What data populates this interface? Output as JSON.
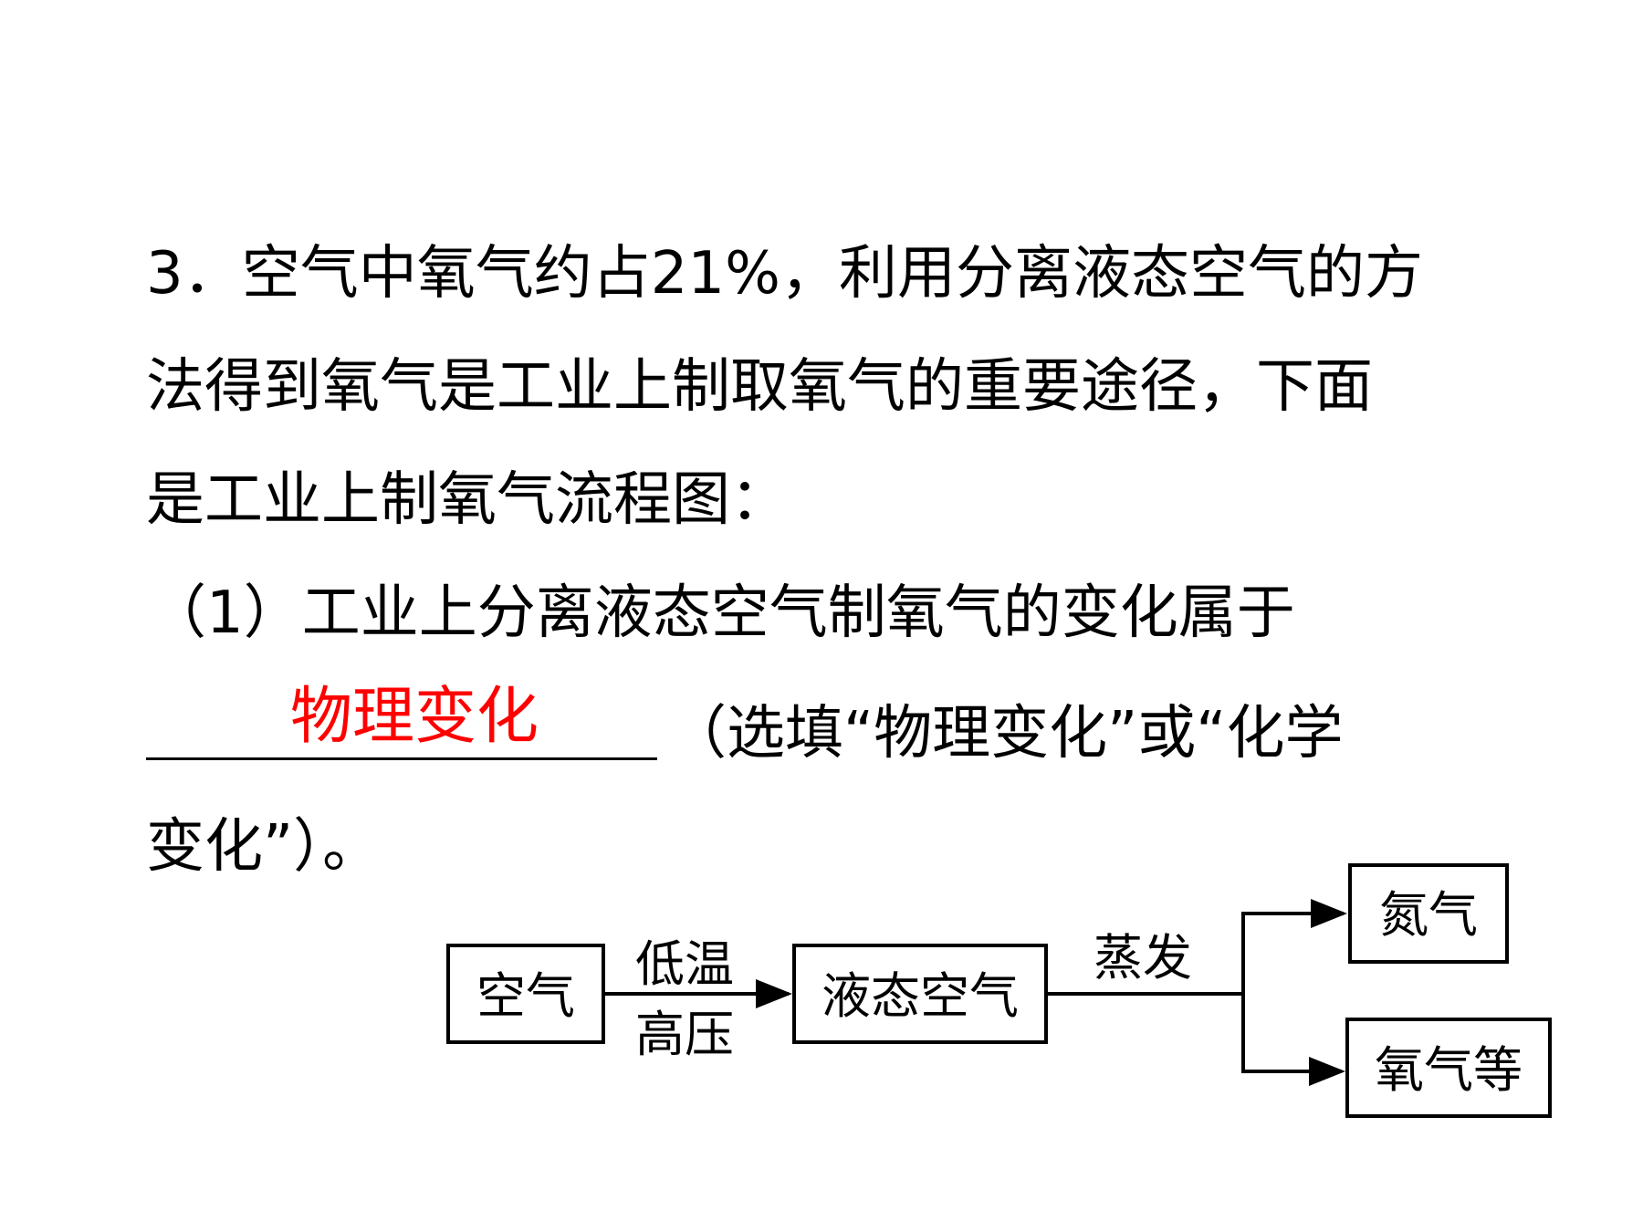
{
  "question": {
    "line1": "3．空气中氧气约占21%，利用分离液态空气的方",
    "line2": "法得到氧气是工业上制取氧气的重要途径，下面",
    "line3": "是工业上制氧气流程图：",
    "part1_intro": "（1）工业上分离液态空气制氧气的变化属于",
    "part1_answer": "物理变化",
    "part1_suffix": "（选填“物理变化”或“化学",
    "part1_end": "变化”）。"
  },
  "flowchart": {
    "nodes": {
      "air": "空气",
      "liquid_air": "液态空气",
      "nitrogen": "氮气",
      "oxygen": "氧气等"
    },
    "edges": {
      "step1_top": "低温",
      "step1_bottom": "高压",
      "step2": "蒸发"
    }
  },
  "colors": {
    "answer": "#ff0000",
    "text": "#000000"
  }
}
